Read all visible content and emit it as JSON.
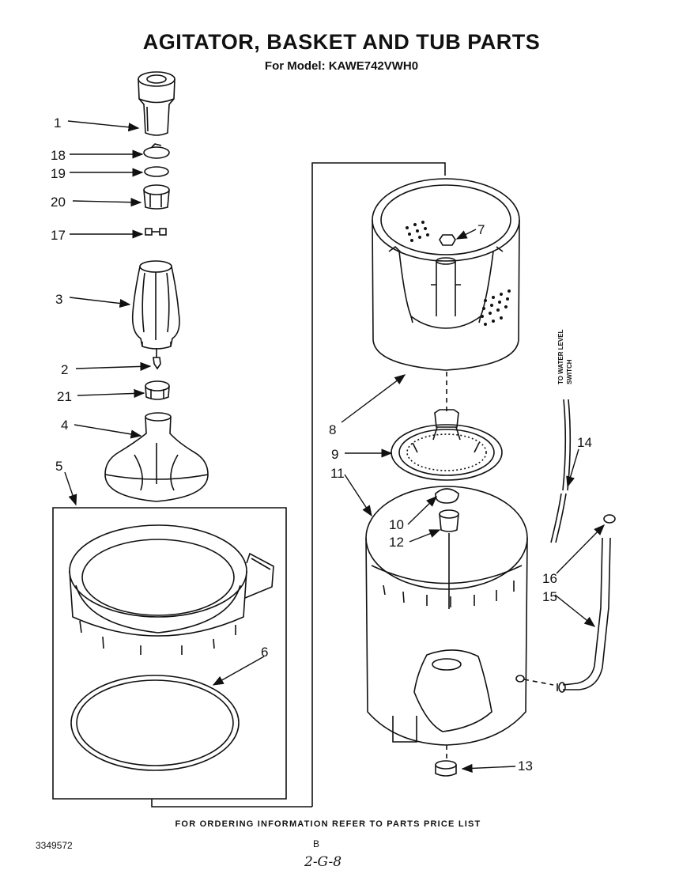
{
  "title": "AGITATOR, BASKET AND TUB PARTS",
  "subtitle": "For Model: KAWE742VWH0",
  "footer": "FOR ORDERING INFORMATION REFER TO PARTS PRICE LIST",
  "document_number": "3349572",
  "page_letter": "B",
  "handwritten_note": "2-G-8",
  "water_level_label_line1": "TO WATER LEVEL",
  "water_level_label_line2": "SWITCH",
  "part_labels": {
    "p1": "1",
    "p18": "18",
    "p19": "19",
    "p20": "20",
    "p17": "17",
    "p3": "3",
    "p2": "2",
    "p21": "21",
    "p4": "4",
    "p5": "5",
    "p6": "6",
    "p7": "7",
    "p8": "8",
    "p9": "9",
    "p11": "11",
    "p10": "10",
    "p12": "12",
    "p13": "13",
    "p14": "14",
    "p16": "16",
    "p15": "15"
  }
}
